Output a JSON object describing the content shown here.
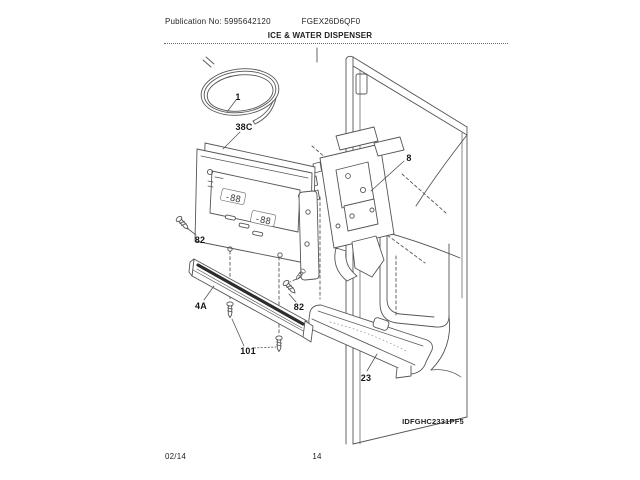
{
  "header": {
    "publication": "Publication No: 5995642120",
    "model": "FGEX26D6QF0",
    "title": "ICE & WATER DISPENSER"
  },
  "footer": {
    "date": "02/14",
    "page_number": "14"
  },
  "diagram": {
    "id_code": "IDFGHC2331PF5",
    "panel_display_values": {
      "upper": "-88",
      "lower": "-88"
    },
    "callouts": [
      {
        "label": "1"
      },
      {
        "label": "38C"
      },
      {
        "label": "82"
      },
      {
        "label": "4A"
      },
      {
        "label": "101"
      },
      {
        "label": "82"
      },
      {
        "label": "8"
      },
      {
        "label": "23"
      }
    ]
  },
  "colors": {
    "line": "#565656",
    "trim_stripe": "#2d2d2d",
    "text": "#1c1c1c"
  }
}
